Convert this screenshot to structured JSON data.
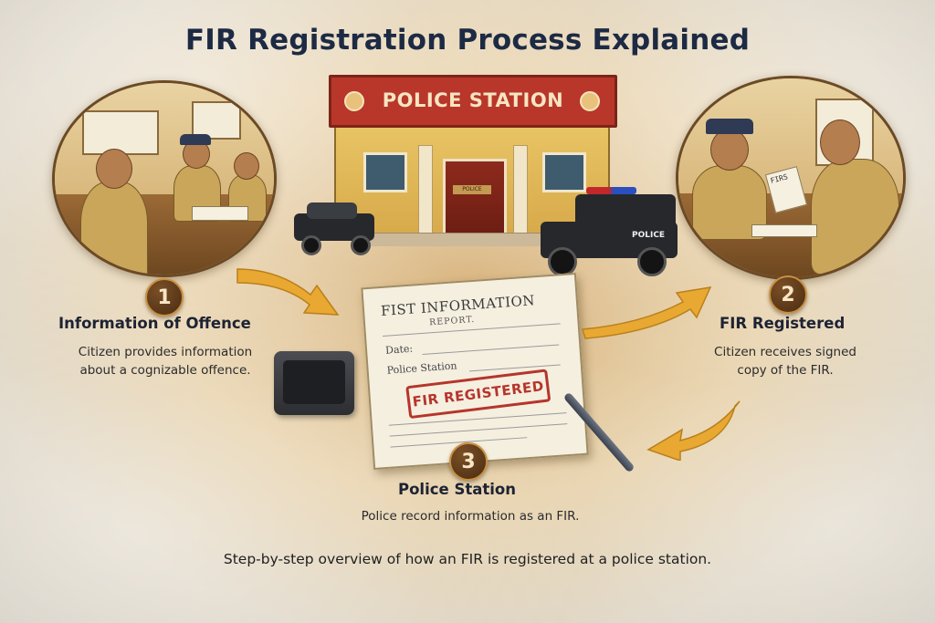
{
  "title": "FIR Registration Process Explained",
  "building": {
    "sign": "POLICE STATION",
    "door_sign": "POLICE",
    "jeep_text": "POLICE"
  },
  "document": {
    "heading": "FIST INFORMATION",
    "subheading": "REPORT.",
    "date_label": "Date:",
    "station_label": "Police Station",
    "stamp": "FIR REGISTERED"
  },
  "circle2_paper": "FIRS",
  "steps": [
    {
      "number": "1",
      "title": "Information of Offence",
      "desc_lines": [
        "Citizen provides information",
        "about a cognizable offence."
      ]
    },
    {
      "number": "2",
      "title": "FIR Registered",
      "desc_lines": [
        "Citizen receives signed",
        "copy of the FIR."
      ]
    },
    {
      "number": "3",
      "title": "Police Station",
      "desc_lines": [
        "Police record information as an FIR."
      ]
    }
  ],
  "footer": "Step-by-step overview of how an FIR is registered at a police station.",
  "colors": {
    "accent_arrow": "#e8a832",
    "roof_red": "#b8372a",
    "title_navy": "#1d2a44",
    "stamp_red": "#b5352c"
  }
}
